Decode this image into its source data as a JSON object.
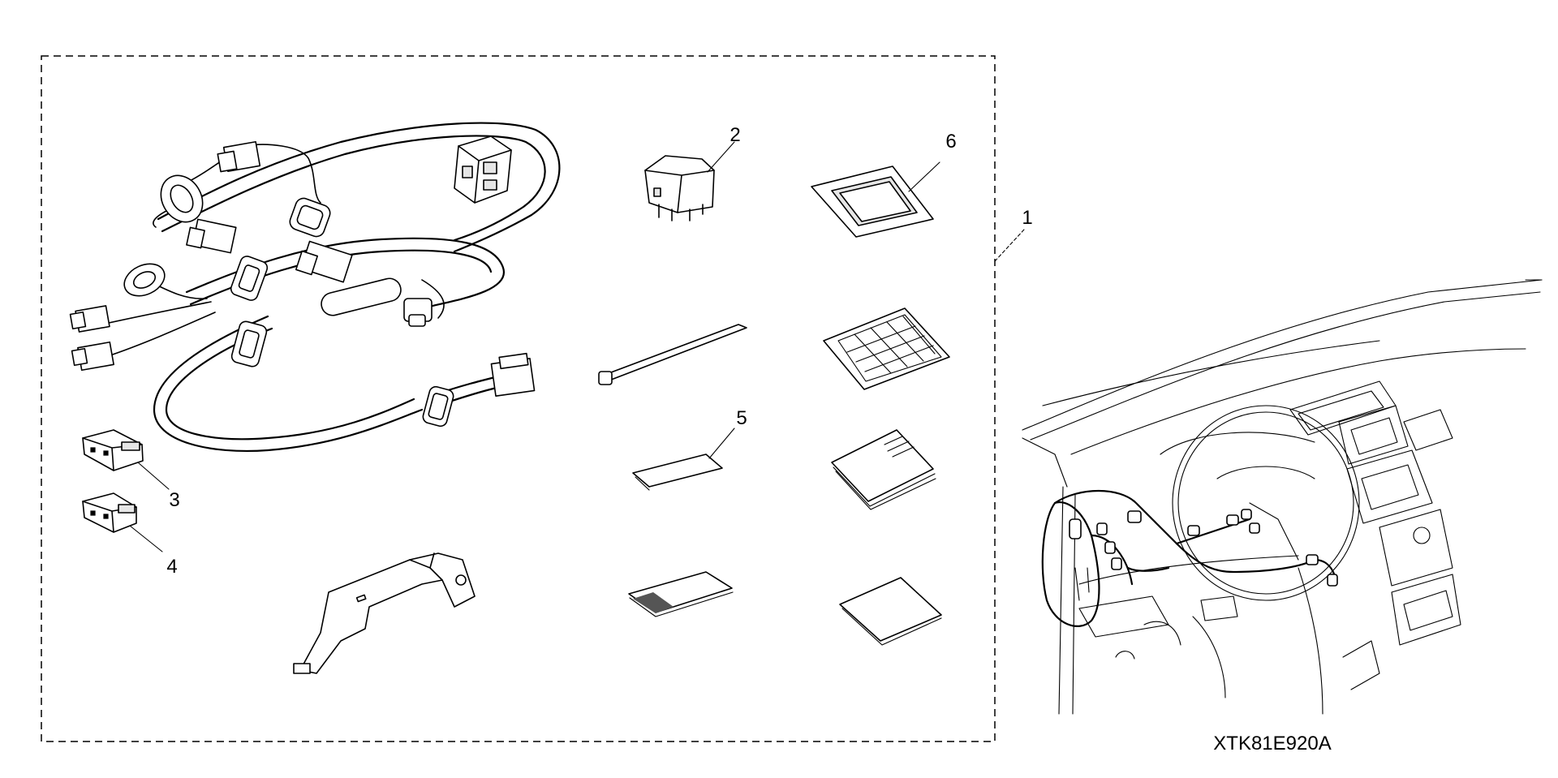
{
  "diagram": {
    "drawing_code": "XTK81E920A",
    "callouts": [
      {
        "id": "1",
        "label": "1"
      },
      {
        "id": "2",
        "label": "2"
      },
      {
        "id": "3",
        "label": "3"
      },
      {
        "id": "4",
        "label": "4"
      },
      {
        "id": "5",
        "label": "5"
      },
      {
        "id": "6",
        "label": "6"
      }
    ]
  }
}
